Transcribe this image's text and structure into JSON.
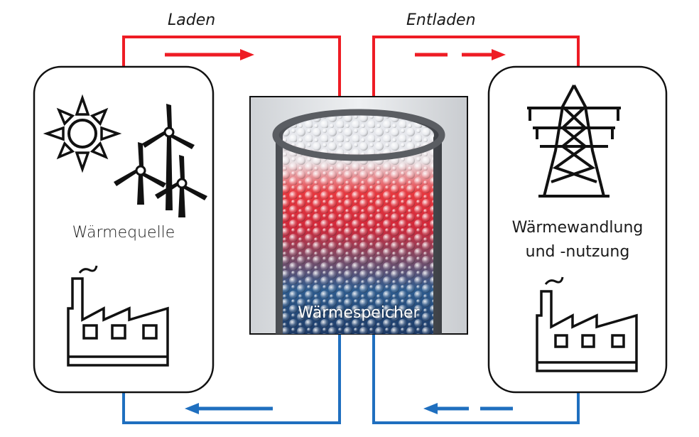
{
  "labels": {
    "charging": "Laden",
    "discharging": "Entladen",
    "heat_source": "Wärmequelle",
    "heat_use_line1": "Wärmewandlung",
    "heat_use_line2": "und -nutzung",
    "heat_storage": "Wärmespeicher"
  },
  "colors": {
    "hot_line": "#ee1c24",
    "cold_line": "#1f6fbf",
    "outline": "#111111"
  },
  "icons": [
    "sun-icon",
    "wind-turbine-icon",
    "factory-icon",
    "power-pylon-icon"
  ]
}
